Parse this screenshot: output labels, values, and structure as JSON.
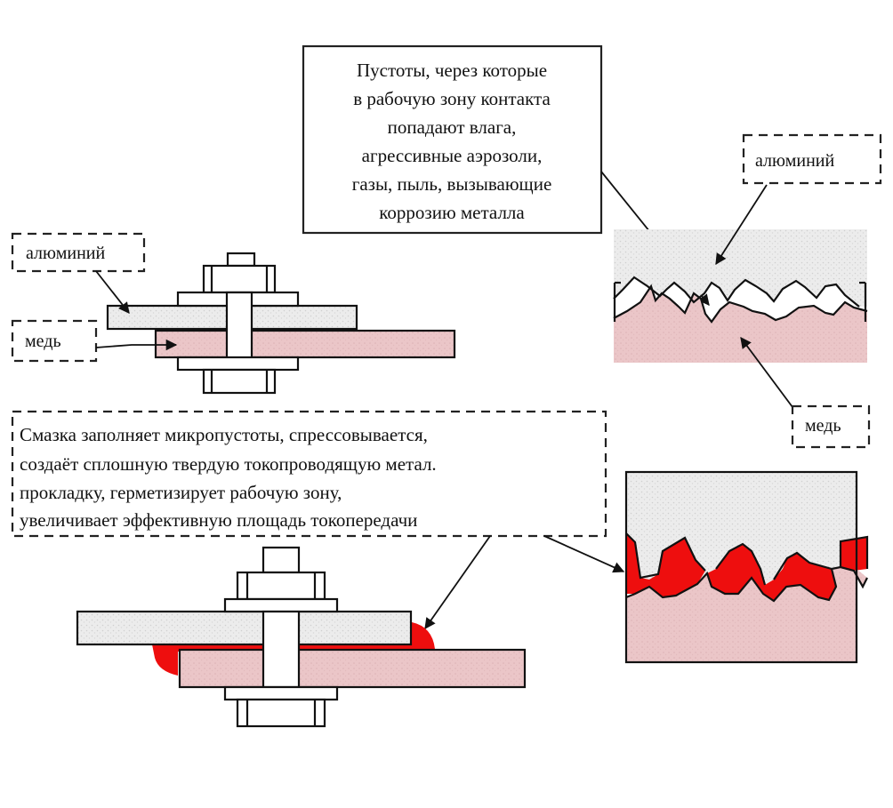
{
  "colors": {
    "aluminum": "#eaeaea",
    "copper": "#e9c3c5",
    "grease": "#ee0e0e",
    "outline": "#111111"
  },
  "callouts": {
    "voids": {
      "lines": [
        "Пустоты, через которые",
        "в рабочую зону контакта",
        "попадают влага,",
        "агрессивные аэрозоли,",
        "газы, пыль, вызывающие",
        "коррозию металла"
      ]
    },
    "grease": {
      "lines": [
        "Смазка  заполняет микропустоты, спрессовывается,",
        "создаёт  сплошную твердую токопроводящую метал.",
        "прокладку, герметизирует рабочую зону,",
        "увеличивает эффективную площадь токопередачи"
      ]
    }
  },
  "labels": {
    "left_aluminum": "алюминий",
    "left_copper": "медь",
    "right_aluminum": "алюминий",
    "right_copper": "медь"
  },
  "figures": [
    {
      "id": "bolted-joint-dry",
      "description": "Болтовое соединение алюминий–медь без смазки"
    },
    {
      "id": "microcontact-dry",
      "description": "Микроконтакт с пустотами"
    },
    {
      "id": "bolted-joint-greased",
      "description": "Болтовое соединение со смазкой"
    },
    {
      "id": "microcontact-greased",
      "description": "Микроконтакт, пустоты заполнены смазкой"
    }
  ]
}
